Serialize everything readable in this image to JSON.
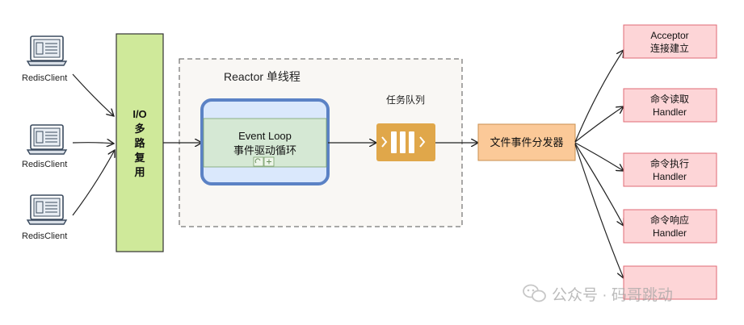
{
  "clients": [
    "RedisClient",
    "RedisClient",
    "RedisClient"
  ],
  "io_mux": {
    "lines": [
      "I/O",
      "多",
      "路",
      "复",
      "用"
    ]
  },
  "reactor": {
    "title": "Reactor 单线程"
  },
  "event_loop": {
    "line1": "Event Loop",
    "line2": "事件驱动循环"
  },
  "task_queue": {
    "label": "任务队列"
  },
  "dispatcher": {
    "label": "文件事件分发器"
  },
  "handlers": [
    {
      "line1": "Acceptor",
      "line2": "连接建立"
    },
    {
      "line1": "命令读取",
      "line2": "Handler"
    },
    {
      "line1": "命令执行",
      "line2": "Handler"
    },
    {
      "line1": "命令响应",
      "line2": "Handler"
    },
    {
      "line1": "",
      "line2": ""
    }
  ],
  "watermark": {
    "text": "公众号 · 码哥跳动"
  },
  "colors": {
    "io_fill": "#cfe99a",
    "loop_border": "#5b82c5",
    "loop_inner": "#d5e8d4",
    "loop_outer": "#dae8fc",
    "queue": "#e0a74a",
    "dispatcher": "#fbc998",
    "handler_fill": "#fdd5d7",
    "handler_border": "#e06a74",
    "reactor_bg": "#f9f7f4"
  }
}
